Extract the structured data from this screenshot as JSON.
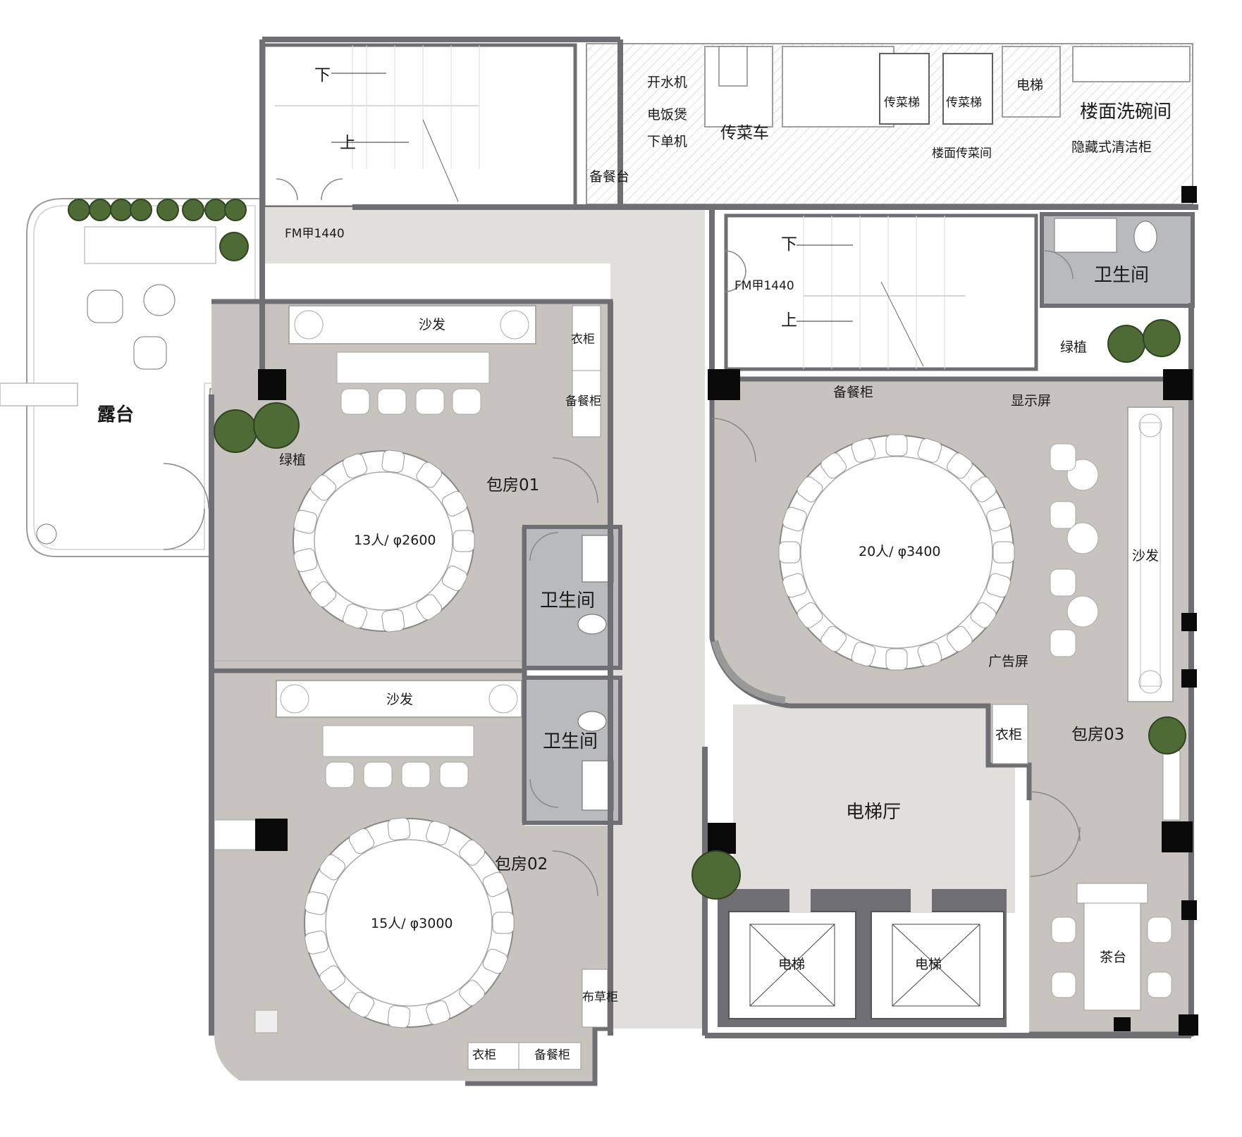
{
  "labels": {
    "terrace": "露台",
    "fm_door_1": "FM甲1440",
    "fm_door_2": "FM甲1440",
    "stair_down_1": "下",
    "stair_up_1": "上",
    "stair_down_2": "下",
    "stair_up_2": "上",
    "water_boiler": "开水机",
    "rice_cooker": "电饭煲",
    "order_machine": "下单机",
    "prep_station": "备餐台",
    "serving_cart": "传菜车",
    "food_lift_1": "传菜梯",
    "food_lift_2": "传菜梯",
    "service_lift": "电梯",
    "serving_room": "楼面传菜间",
    "dish_room": "楼面洗碗间",
    "cleaning_cabinet": "隐藏式清洁柜",
    "restroom_top": "卫生间",
    "room01": {
      "name": "包房01",
      "sofa": "沙发",
      "wardrobe": "衣柜",
      "sideboard": "备餐柜",
      "plants": "绿植",
      "table": "13人/ φ2600"
    },
    "restroom_01": "卫生间",
    "restroom_02": "卫生间",
    "room02": {
      "name": "包房02",
      "sofa": "沙发",
      "table": "15人/ φ3000",
      "linen_cabinet": "布草柜",
      "wardrobe": "衣柜",
      "sideboard": "备餐柜"
    },
    "room03": {
      "name": "包房03",
      "sideboard": "备餐柜",
      "display": "显示屏",
      "plants": "绿植",
      "sofa": "沙发",
      "table": "20人/ φ3400",
      "ad_screen": "广告屏",
      "wardrobe": "衣柜",
      "tea_table": "茶台"
    },
    "elevator_hall": "电梯厅",
    "elevator_1": "电梯",
    "elevator_2": "电梯"
  },
  "colors": {
    "wall": "#6f6f73",
    "room_floor": "#c7c3be",
    "corridor_floor": "#e1dfdc",
    "restroom_floor": "#b9babc",
    "column": "#0a0a0a",
    "plant": "#4f6b35",
    "furniture": "#ffffff"
  },
  "icons": [
    "plant-icon",
    "column-icon",
    "door-swing-icon",
    "toilet-icon",
    "sink-icon",
    "chair-icon"
  ]
}
